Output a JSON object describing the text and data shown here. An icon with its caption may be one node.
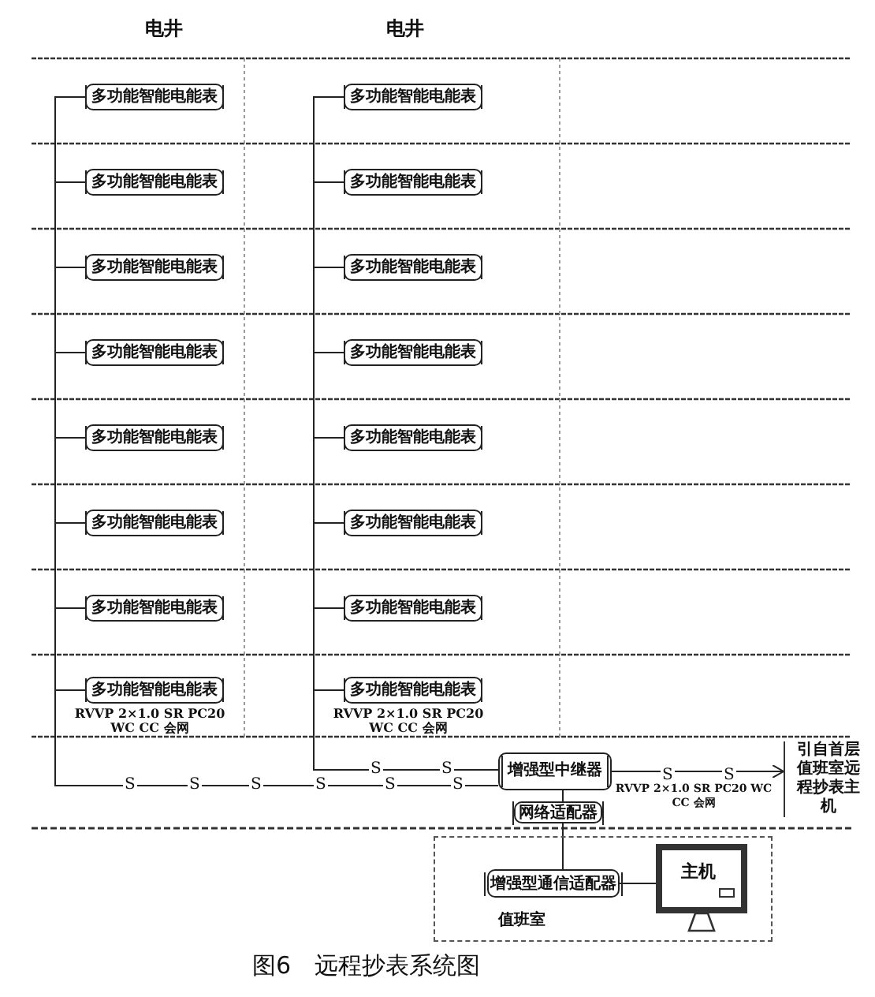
{
  "diagram": {
    "caption": "图6 远程抄表系统图",
    "nodes": [
      {
        "text": [
          "多功能智能电能表"
        ]
      },
      {
        "text": [
          "多功能智能电能表"
        ]
      },
      {
        "text": [
          "多功能智能电能表"
        ]
      },
      {
        "text": [
          "多功能智能电能表"
        ]
      },
      {
        "text": [
          "多功能智能电能表"
        ]
      },
      {
        "text": [
          "多功能智能电能表"
        ]
      },
      {
        "text": [
          "多功能智能电能表"
        ]
      },
      {
        "text": [
          "多功能智能电能表"
        ]
      },
      {
        "text": [
          "多功能智能电能表"
        ]
      },
      {
        "text": [
          "多功能智能电能表"
        ]
      },
      {
        "text": [
          "多功能智能电能表"
        ]
      },
      {
        "text": [
          "多功能智能电能表"
        ]
      },
      {
        "text": [
          "多功能智能电能表"
        ]
      },
      {
        "text": [
          "多功能智能电能表"
        ]
      },
      {
        "text": [
          "多功能智能电能表"
        ]
      },
      {
        "text": [
          "多功能智能电能表"
        ]
      },
      {
        "text": [
          "增强型中继器"
        ]
      },
      {
        "text": [
          "网络适配器"
        ]
      },
      {
        "text": [
          "值班室"
        ]
      },
      {
        "text": [
          "增强型通信适配器"
        ],
        "in": 18
      },
      {
        "text": [
          "主机"
        ],
        "in": 18
      },
      {
        "text": [
          "引自首层值班室远程抄表主机"
        ]
      }
    ],
    "edges": [
      {
        "from": 0,
        "to": 1,
        "arrow": "none"
      },
      {
        "from": 1,
        "to": 2,
        "arrow": "none"
      },
      {
        "from": 2,
        "to": 3,
        "arrow": "none"
      },
      {
        "from": 3,
        "to": 4,
        "arrow": "none"
      },
      {
        "from": 4,
        "to": 5,
        "arrow": "none"
      },
      {
        "from": 5,
        "to": 6,
        "arrow": "none"
      },
      {
        "from": 6,
        "to": 7,
        "arrow": "none"
      },
      {
        "from": 8,
        "to": 9,
        "arrow": "none"
      },
      {
        "from": 9,
        "to": 10,
        "arrow": "none"
      },
      {
        "from": 10,
        "to": 11,
        "arrow": "none"
      },
      {
        "from": 11,
        "to": 12,
        "arrow": "none"
      },
      {
        "from": 12,
        "to": 13,
        "arrow": "none"
      },
      {
        "from": 13,
        "to": 14,
        "arrow": "none"
      },
      {
        "from": 14,
        "to": 15,
        "arrow": "none"
      },
      {
        "from": 7,
        "to": 16,
        "arrow": "none",
        "label": "RVVP 2×1.0 SR PC20 WC CC 会网"
      },
      {
        "from": 15,
        "to": 16,
        "arrow": "none",
        "label": "RVVP 2×1.0 SR PC20 WC CC 会网"
      },
      {
        "from": 16,
        "to": 17,
        "arrow": "none"
      },
      {
        "from": 16,
        "to": 21,
        "arrow": "to",
        "label": "RVVP 2×1.0 SR PC20 WC CC 会网"
      },
      {
        "from": 17,
        "to": 19,
        "arrow": "none"
      },
      {
        "from": 19,
        "to": 20,
        "arrow": "none"
      }
    ],
    "labels": [
      "电井",
      "电井",
      "S",
      "S",
      "S",
      "S",
      "S",
      "S",
      "S",
      "S",
      "S",
      "S"
    ]
  }
}
